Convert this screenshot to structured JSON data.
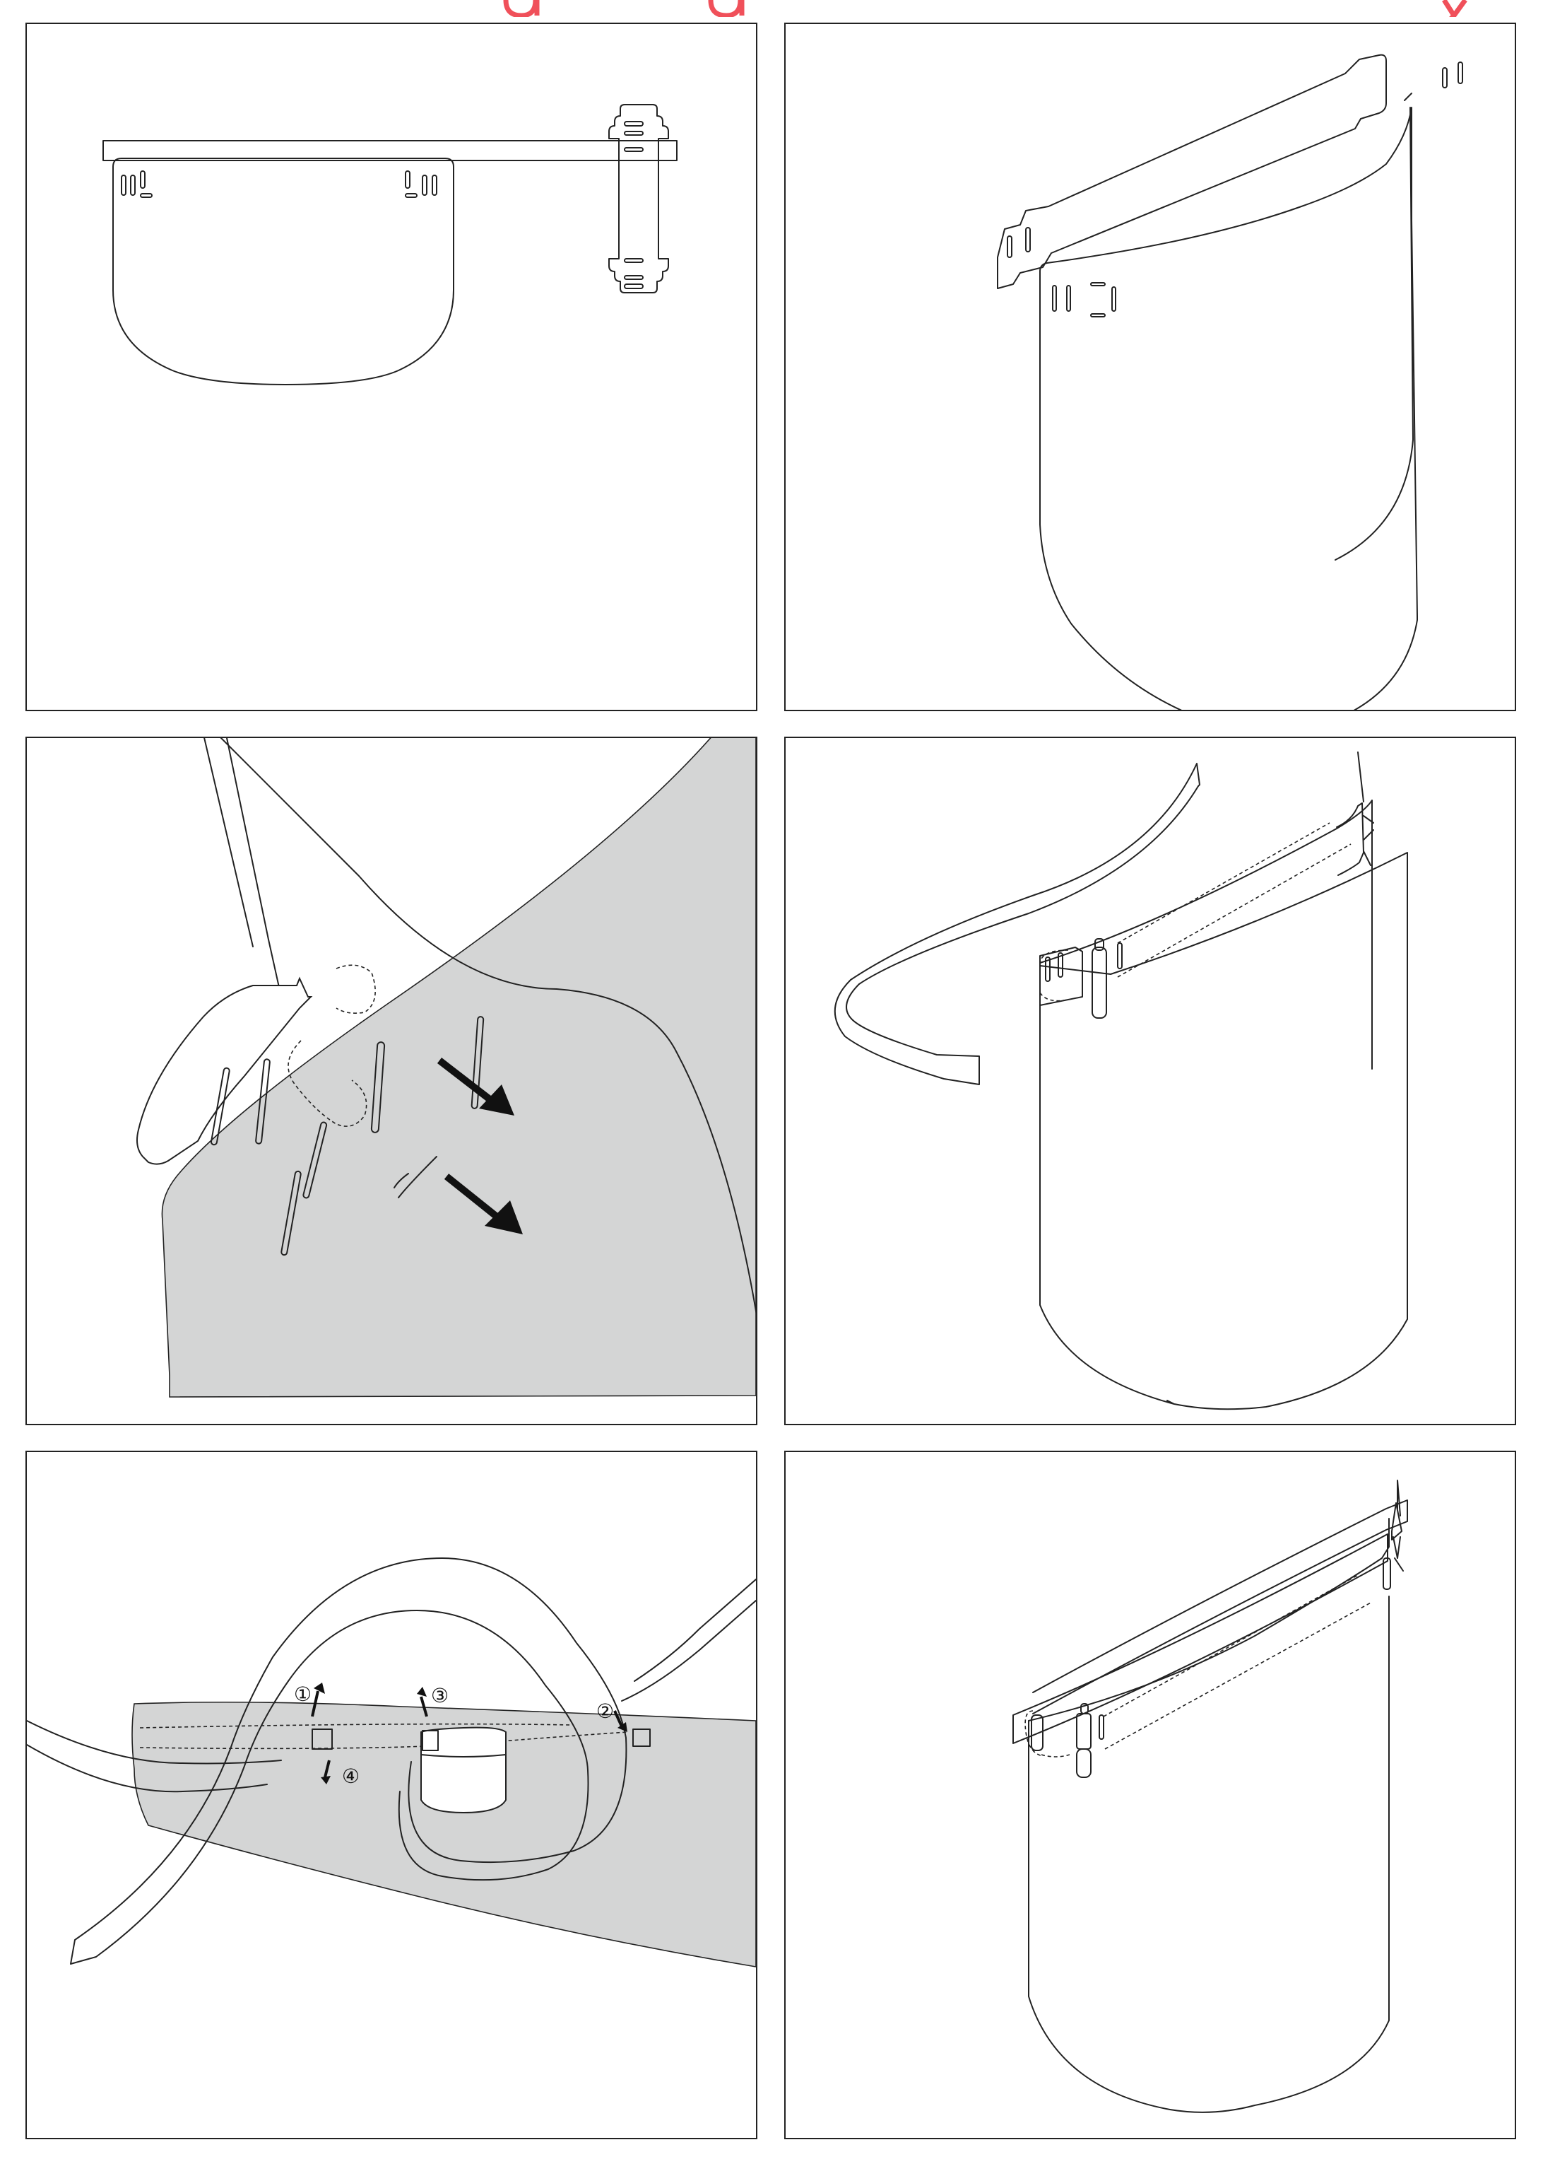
{
  "header": {
    "cut_title_color": "#f0505a"
  },
  "steps": {
    "step_labels": [
      "①",
      "②",
      "③",
      "④"
    ]
  },
  "icons": {
    "arrow": "arrow-icon"
  }
}
